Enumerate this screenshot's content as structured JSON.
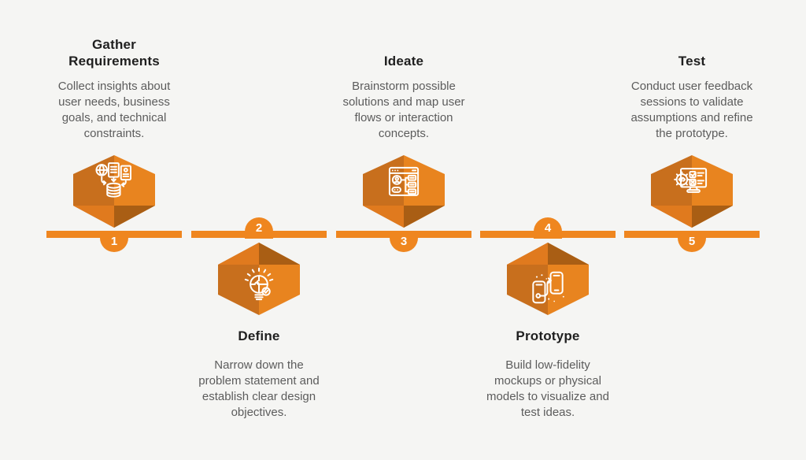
{
  "theme": {
    "background": "#f5f5f3",
    "bar_color": "#ef861f",
    "hex_left": "#c86f1d",
    "hex_right": "#e8841f",
    "fold_light": "#e07a1e",
    "fold_dark": "#a95e14",
    "title_color": "#1f1f1f",
    "desc_color": "#5c5c5c",
    "badge_text_color": "#ffffff"
  },
  "steps": [
    {
      "number": "1",
      "title": "Gather\nRequirements",
      "description": "Collect insights about\nuser needs, business\ngoals, and technical\nconstraints.",
      "icon": "data-gathering-icon",
      "position": "top"
    },
    {
      "number": "2",
      "title": "Define",
      "description": "Narrow down the\nproblem statement and\nestablish clear design\nobjectives.",
      "icon": "lightbulb-puzzle-icon",
      "position": "bottom"
    },
    {
      "number": "3",
      "title": "Ideate",
      "description": "Brainstorm possible\nsolutions and map user\nflows or interaction\nconcepts.",
      "icon": "user-flow-icon",
      "position": "top"
    },
    {
      "number": "4",
      "title": "Prototype",
      "description": "Build low-fidelity\nmockups or physical\nmodels to visualize and\ntest ideas.",
      "icon": "mobile-prototype-icon",
      "position": "bottom"
    },
    {
      "number": "5",
      "title": "Test",
      "description": "Conduct user feedback\nsessions to validate\nassumptions and refine\nthe prototype.",
      "icon": "testing-monitor-icon",
      "position": "top"
    }
  ]
}
